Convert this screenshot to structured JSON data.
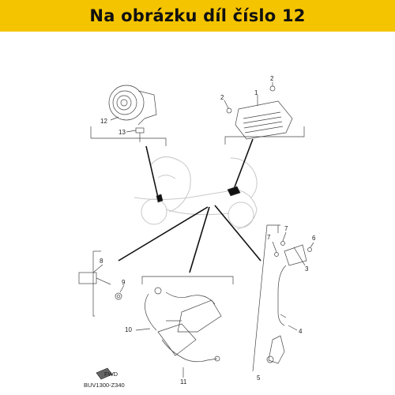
{
  "banner": {
    "text": "Na obrázku díl číslo 12",
    "color": "#f5c400"
  },
  "diagram": {
    "callouts": [
      "1",
      "2",
      "2",
      "3",
      "4",
      "5",
      "6",
      "7",
      "7",
      "8",
      "9",
      "10",
      "11",
      "12",
      "13"
    ],
    "drawing_code": "BUV1300-Z340",
    "fwd_label": "FWD"
  }
}
